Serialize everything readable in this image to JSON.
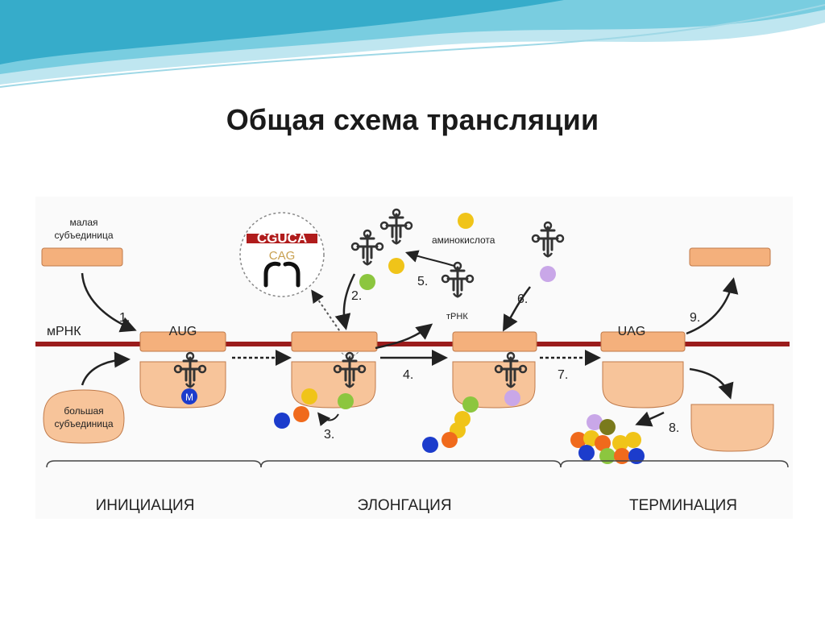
{
  "slide": {
    "title": "Общая схема трансляции"
  },
  "diagram": {
    "labels": {
      "small_subunit": [
        "малая",
        "субъединица"
      ],
      "large_subunit": [
        "большая",
        "субъединица"
      ],
      "mrna": "мРНК",
      "codon_start": "AUG",
      "codon_stop": "UAG",
      "met": "M",
      "amino_acid": "аминокислота",
      "trna": "тРНК",
      "codon_seq": "CGUCA",
      "anticodon_seq": "CAG"
    },
    "steps": [
      "1.",
      "2.",
      "3.",
      "4.",
      "5.",
      "6.",
      "7.",
      "8.",
      "9."
    ],
    "phases": [
      "ИНИЦИАЦИЯ",
      "ЭЛОНГАЦИЯ",
      "ТЕРМИНАЦИЯ"
    ]
  },
  "colors": {
    "ribosome": "#f7c49a",
    "ribosome_stroke": "#c07a4a",
    "mrna": "#9b1c1c",
    "aa_green": "#8cc63f",
    "aa_yellow": "#f0c419",
    "aa_lilac": "#c9a7e8",
    "aa_orange": "#f06a1c",
    "aa_blue": "#1c3ccc",
    "aa_olive": "#7a7a1c"
  }
}
